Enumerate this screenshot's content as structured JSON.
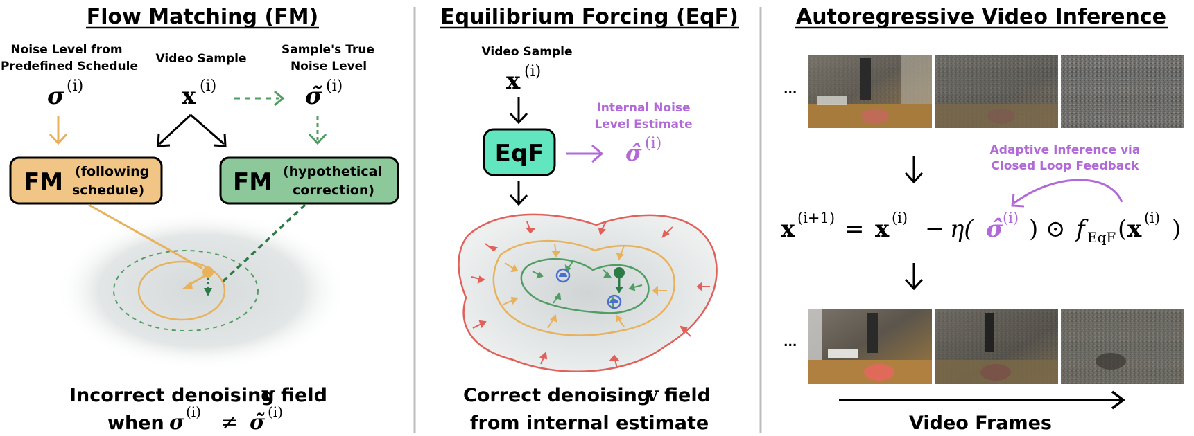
{
  "panels": {
    "fm": {
      "title": "Flow Matching (FM)",
      "noise_label_1": "Noise Level from",
      "noise_label_2": "Predefined Schedule",
      "video_label": "Video Sample",
      "true_label_1": "Sample's True",
      "true_label_2": "Noise Level",
      "sigma_symbol": "σ",
      "x_symbol": "x",
      "sigma_tilde_symbol": "σ̃",
      "superscript": "(i)",
      "box1_big": "FM",
      "box1_small_1": "(following",
      "box1_small_2": "schedule)",
      "box2_big": "FM",
      "box2_small_1": "(hypothetical",
      "box2_small_2": "correction)",
      "caption_1": "Incorrect denoising",
      "caption_v": "v",
      "caption_field": "field",
      "caption_2": "when",
      "neq": "≠"
    },
    "eqf": {
      "title": "Equilibrium Forcing (EqF)",
      "video_label": "Video Sample",
      "x_symbol": "x",
      "superscript": "(i)",
      "box": "EqF",
      "estimate_1": "Internal Noise",
      "estimate_2": "Level Estimate",
      "sigma_hat_symbol": "σ̂",
      "caption_1": "Correct denoising",
      "caption_v": "v",
      "caption_field": "field",
      "caption_2": "from internal estimate"
    },
    "ar": {
      "title": "Autoregressive Video Inference",
      "ellipsis": "...",
      "feedback_1": "Adaptive Inference via",
      "feedback_2": "Closed Loop Feedback",
      "eq_lhs": "x",
      "eq_lhs_sup": "(i+1)",
      "eq_equals": "=",
      "eq_x": "x",
      "eq_sup": "(i)",
      "eq_minus": "−",
      "eq_eta": "η(",
      "eq_sigma_hat": "σ̂",
      "eq_close": ")",
      "eq_odot": "⊙",
      "eq_f": "f",
      "eq_f_sub": "EqF",
      "eq_arg_open": "(",
      "eq_arg_x": "x",
      "eq_arg_close": ")",
      "axis_label": "Video Frames"
    }
  },
  "colors": {
    "orange": "#e8b15c",
    "orange_fill": "#f0c585",
    "green": "#4f9d63",
    "green_fill": "#8cc89a",
    "dark_green": "#2c7a45",
    "teal_fill": "#61e6c0",
    "purple": "#b269d8",
    "red": "#e0605a",
    "blue": "#4a6fd0",
    "separator": "#bdbdbd"
  }
}
